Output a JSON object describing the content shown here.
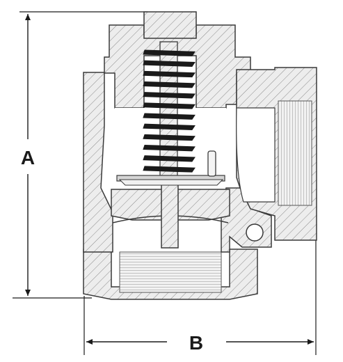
{
  "diagram": {
    "dimension_labels": {
      "height": "A",
      "width": "B"
    },
    "colors": {
      "line": "#3a3a3a",
      "hatch": "#8a8a8a",
      "body_fill": "#e6e6e6",
      "spring": "#1a1a1a",
      "background": "#ffffff"
    },
    "parts": [
      "valve-body",
      "bonnet",
      "top-plug",
      "spring",
      "stem",
      "disc",
      "side-outlet",
      "threaded-inlet"
    ]
  }
}
